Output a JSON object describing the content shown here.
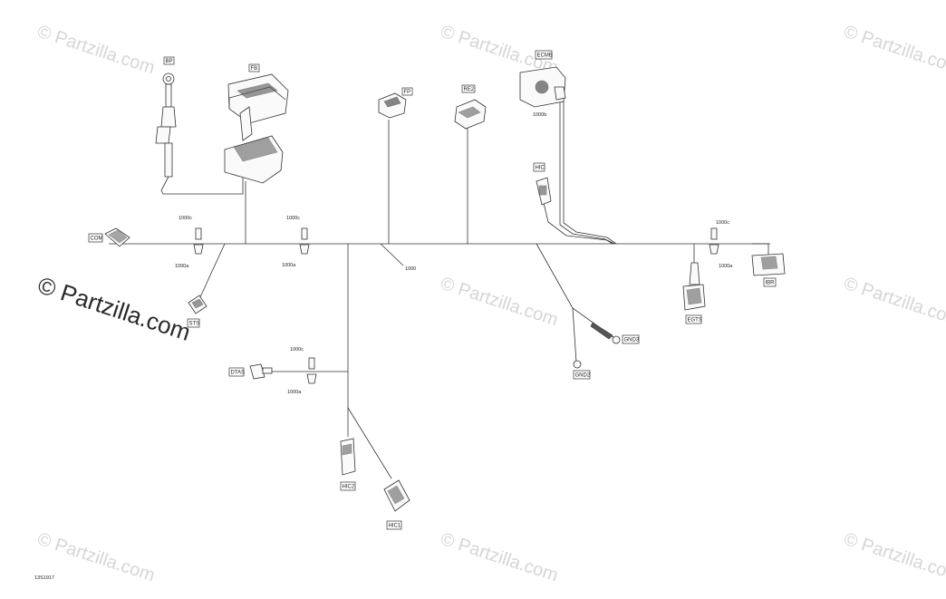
{
  "watermark": {
    "text": "© Partzilla.com"
  },
  "diagram_id": "13S1917",
  "main_wire_label": "1000",
  "components": {
    "bp": "BP",
    "fb": "FB",
    "fp": "FP",
    "re2": "RE2",
    "ecmb": "ECMB",
    "hic": "HIC",
    "com": "COM",
    "sts": "STS",
    "dtas": "DTAS",
    "hic2": "HIC2",
    "hic1": "HIC1",
    "gnd2": "GND2",
    "gnd3": "GND3",
    "egts": "EGTS",
    "ibr": "IBR"
  },
  "wire_codes": {
    "c1000": "1000c",
    "a1000": "1000a",
    "b1000": "1000b"
  }
}
